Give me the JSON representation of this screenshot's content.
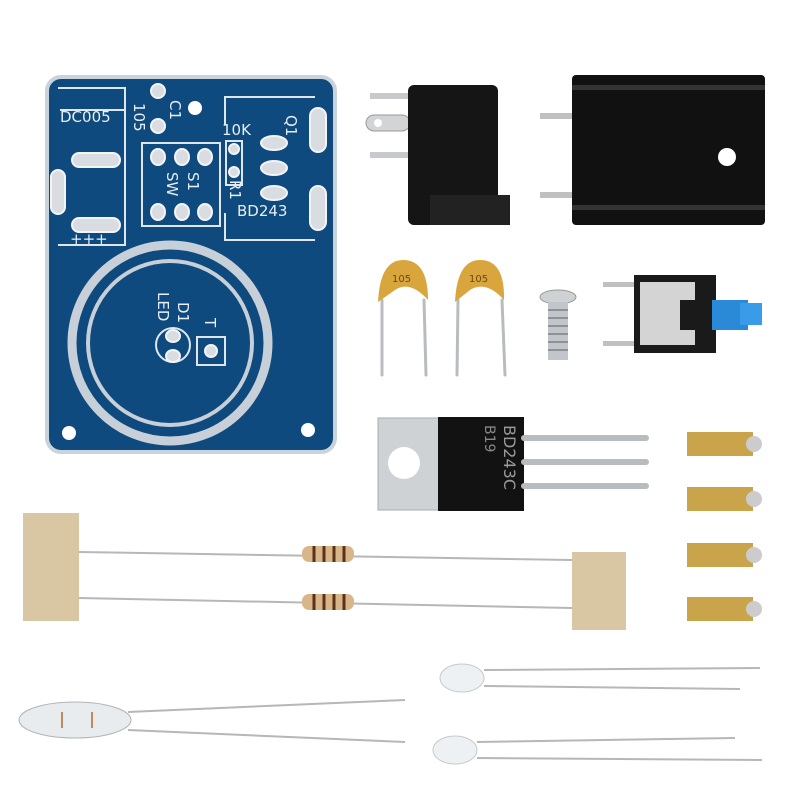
{
  "pcb": {
    "labels": {
      "module": "DC005",
      "cap_ref": "C1",
      "cap_value": "105",
      "resistor_value": "10K",
      "transistor_ref": "Q1",
      "resistor_ref": "R1",
      "switch_ref": "S1",
      "switch_type": "SW",
      "transistor_model": "BD243",
      "polarity": "+++",
      "led_ref": "D1",
      "led_type": "LED",
      "touch": "T"
    }
  },
  "capacitors": [
    {
      "marking": "105"
    },
    {
      "marking": "105"
    }
  ],
  "transistor": {
    "code": "B19",
    "model": "BD243C"
  },
  "colors": {
    "pcb": "#0e4a7e",
    "silkscreen": "#e8eef4",
    "capacitor": "#d9a63e",
    "button_cap": "#2a8ad8"
  }
}
